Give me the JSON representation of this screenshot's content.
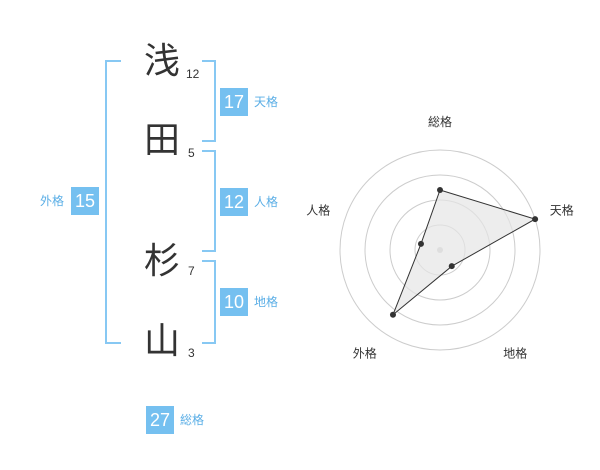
{
  "name": {
    "characters": [
      {
        "char": "浅",
        "strokes": "12"
      },
      {
        "char": "田",
        "strokes": "5"
      },
      {
        "char": "杉",
        "strokes": "7"
      },
      {
        "char": "山",
        "strokes": "3"
      }
    ]
  },
  "fortunes": {
    "tenkaku": {
      "value": "17",
      "label": "天格"
    },
    "jinkaku": {
      "value": "12",
      "label": "人格"
    },
    "chikaku": {
      "value": "10",
      "label": "地格"
    },
    "gaikaku": {
      "value": "15",
      "label": "外格"
    },
    "soukaku": {
      "value": "27",
      "label": "総格"
    }
  },
  "colors": {
    "accent": "#75c0f0",
    "bracket": "#87c8f3",
    "text": "#333333",
    "chart_fill": "#e6e6e6",
    "chart_line": "#333333",
    "grid": "#cccccc"
  },
  "chart_data": {
    "type": "radar",
    "categories": [
      "総格",
      "天格",
      "地格",
      "外格",
      "人格"
    ],
    "values": [
      3,
      5,
      1,
      4,
      1
    ],
    "rlim": [
      0,
      5
    ],
    "rings": 4,
    "grid": true
  }
}
